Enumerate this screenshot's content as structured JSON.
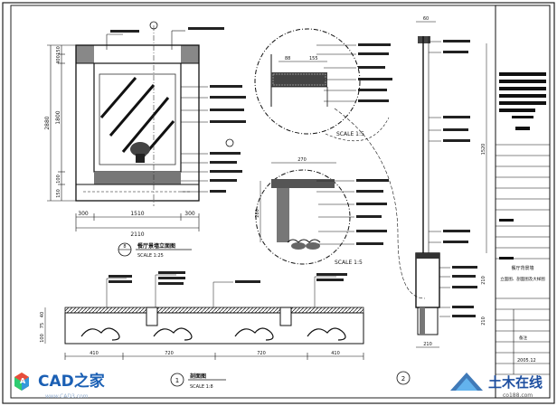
{
  "drawing": {
    "elevation": {
      "dims_top": [
        "300",
        "1510",
        "300"
      ],
      "dims_bottom_total": "2110",
      "dims_left": [
        "150",
        "400",
        "1800",
        "100",
        "150"
      ],
      "dims_left_total": "2880",
      "circle_number": "8",
      "title": "餐厅景墙立面图",
      "scale": "SCALE 1:25"
    },
    "detail_a": {
      "dims": [
        "88",
        "155"
      ],
      "scale": "SCALE 1:5"
    },
    "detail_b": {
      "dims": [
        "270"
      ],
      "left_dim": "280",
      "scale": "SCALE 1:5"
    },
    "section": {
      "dims": [
        "410",
        "720",
        "720",
        "410"
      ],
      "left_dims": [
        "100",
        "75",
        "40"
      ],
      "circle_number": "1",
      "title": "剖面图",
      "scale": "SCALE 1:8"
    },
    "side_section": {
      "top_dim": "60",
      "side_dims": [
        "1520",
        "210",
        "210"
      ],
      "bottom_dim": "210",
      "circle_number": "2"
    },
    "title_block": {
      "text_1": "餐厅背景墙",
      "text_2": "立面图、剖面图及大样图",
      "note_label": "备注",
      "code": "2005.12"
    }
  },
  "watermarks": {
    "left_brand": "CAD之家",
    "left_url": "www.CAD3.com",
    "right_brand": "土木在线",
    "right_url": "co188.com"
  }
}
